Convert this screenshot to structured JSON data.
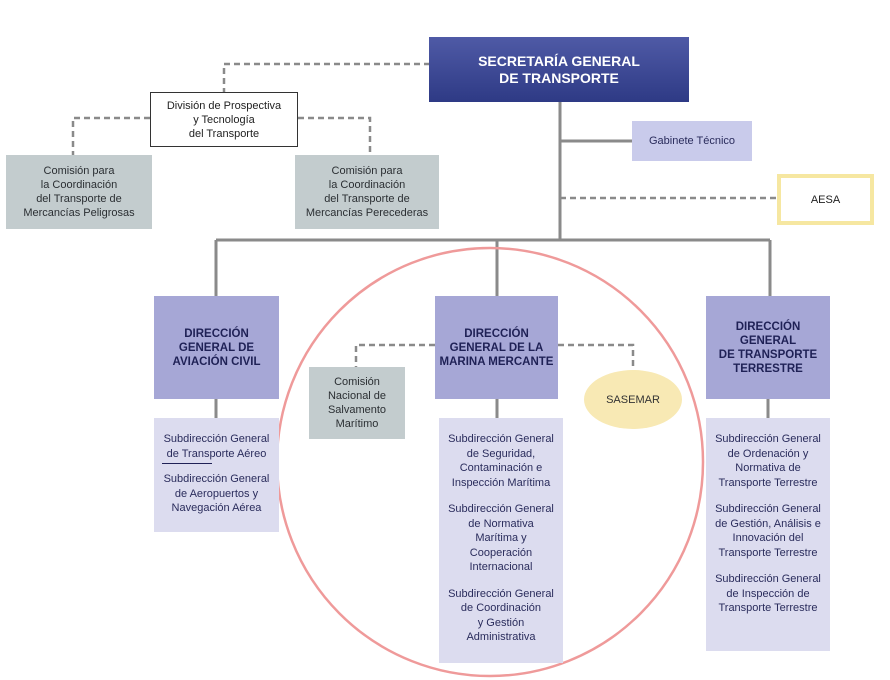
{
  "secretaria": {
    "lines": [
      "SECRETARÍA GENERAL",
      "DE TRANSPORTE"
    ]
  },
  "division": {
    "lines": [
      "División de Prospectiva",
      "y Tecnología",
      "del Transporte"
    ]
  },
  "comision_peligrosas": {
    "lines": [
      "Comisión para",
      "la Coordinación",
      "del Transporte de",
      "Mercancías Peligrosas"
    ]
  },
  "comision_perecederas": {
    "lines": [
      "Comisión para",
      "la Coordinación",
      "del Transporte de",
      "Mercancías Perecederas"
    ]
  },
  "gabinete": {
    "label": "Gabinete Técnico"
  },
  "aesa": {
    "label": "AESA"
  },
  "dg_aviacion": {
    "lines": [
      "DIRECCIÓN",
      "GENERAL DE",
      "AVIACIÓN CIVIL"
    ]
  },
  "dg_marina": {
    "lines": [
      "DIRECCIÓN",
      "GENERAL DE LA",
      "MARINA MERCANTE"
    ]
  },
  "dg_terrestre": {
    "lines": [
      "DIRECCIÓN",
      "GENERAL",
      "DE TRANSPORTE",
      "TERRESTRE"
    ]
  },
  "comision_salvamento": {
    "lines": [
      "Comisión",
      "Nacional de",
      "Salvamento",
      "Marítimo"
    ]
  },
  "sasemar": {
    "label": "SASEMAR"
  },
  "sub_aviacion": [
    {
      "lines": [
        "Subdirección General",
        "de Transporte Aéreo"
      ]
    },
    {
      "lines": [
        "Subdirección General",
        "de Aeropuertos y",
        "Navegación Aérea"
      ]
    }
  ],
  "sub_marina": [
    {
      "lines": [
        "Subdirección General",
        "de Seguridad,",
        "Contaminación e",
        "Inspección Marítima"
      ]
    },
    {
      "lines": [
        "Subdirección General",
        "de Normativa",
        "Marítima y",
        "Cooperación",
        "Internacional"
      ]
    },
    {
      "lines": [
        "Subdirección General",
        "de Coordinación",
        "y Gestión",
        "Administrativa"
      ]
    }
  ],
  "sub_terrestre": [
    {
      "lines": [
        "Subdirección General",
        "de Ordenación y",
        "Normativa de",
        "Transporte Terrestre"
      ]
    },
    {
      "lines": [
        "Subdirección General",
        "de Gestión, Análisis e",
        "Innovación del",
        "Transporte Terrestre"
      ]
    },
    {
      "lines": [
        "Subdirección General",
        "de Inspección de",
        "Transporte Terrestre"
      ]
    }
  ],
  "colors": {
    "top_box": "#3a448f",
    "direccion_box": "#a6a7d6",
    "subdireccion_box": "#dcdcef",
    "comision_box": "#c3ccce",
    "aesa_border": "#f6e7a1",
    "sasemar_fill": "#f8e9b4",
    "highlight_circle": "#ef9a9a",
    "connector": "#8a8a8a"
  }
}
